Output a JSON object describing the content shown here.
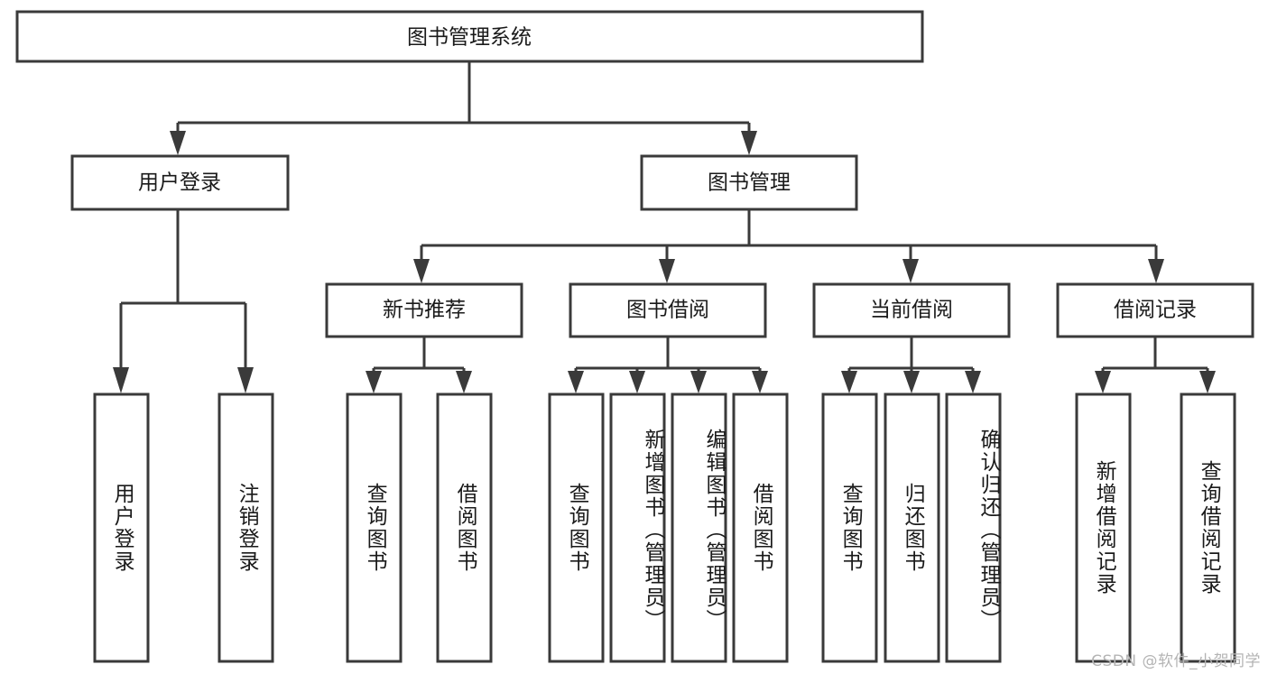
{
  "diagram": {
    "type": "tree",
    "title": "图书管理系统",
    "watermark": "CSDN @软件_小贺同学",
    "colors": {
      "stroke": "#3a3a3a",
      "box_fill": "#ffffff",
      "text": "#1a1a1a",
      "background": "#ffffff",
      "watermark": "#b4b4b4"
    },
    "root": {
      "label": "图书管理系统"
    },
    "level2": [
      {
        "label": "用户登录"
      },
      {
        "label": "图书管理"
      }
    ],
    "level3": [
      {
        "label": "新书推荐"
      },
      {
        "label": "图书借阅"
      },
      {
        "label": "当前借阅"
      },
      {
        "label": "借阅记录"
      }
    ],
    "leaves": {
      "user_login": [
        {
          "label": "用户登录"
        },
        {
          "label": "注销登录"
        }
      ],
      "new_book_recommend": [
        {
          "label": "查询图书"
        },
        {
          "label": "借阅图书"
        }
      ],
      "book_borrow": [
        {
          "label": "查询图书"
        },
        {
          "label": "新增图书（管理员）"
        },
        {
          "label": "编辑图书（管理员）"
        },
        {
          "label": "借阅图书"
        }
      ],
      "current_borrow": [
        {
          "label": "查询图书"
        },
        {
          "label": "归还图书"
        },
        {
          "label": "确认归还（管理员）"
        }
      ],
      "borrow_record": [
        {
          "label": "新增借阅记录"
        },
        {
          "label": "查询借阅记录"
        }
      ]
    }
  }
}
